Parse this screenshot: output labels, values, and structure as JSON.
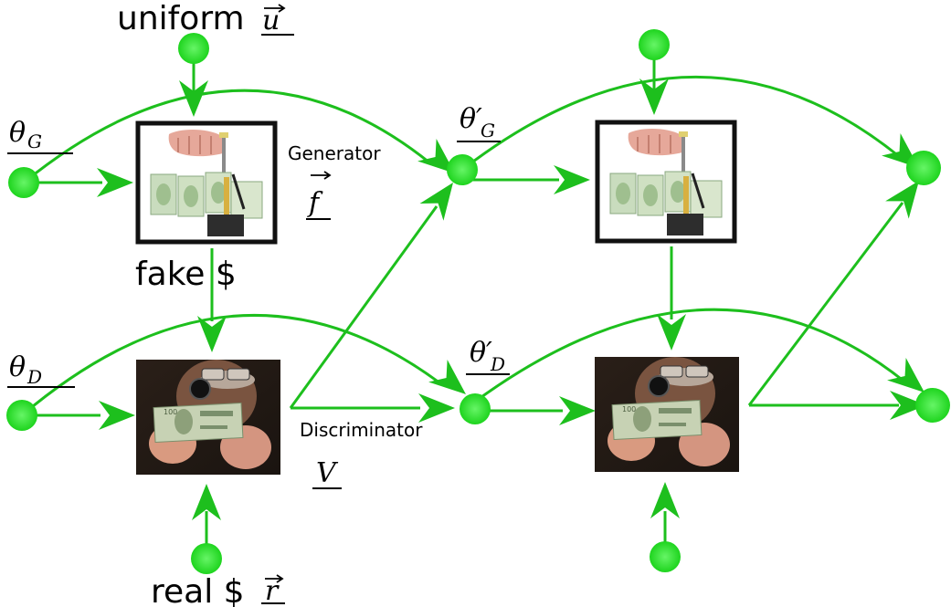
{
  "labels": {
    "uniform_text": "uniform",
    "uniform_symbol": "u",
    "theta_g": "θ",
    "theta_g_sub": "G",
    "theta_g_prime": "θ′",
    "theta_g_prime_sub": "G",
    "theta_d": "θ",
    "theta_d_sub": "D",
    "theta_d_prime": "θ′",
    "theta_d_prime_sub": "D",
    "generator": "Generator",
    "f_symbol": "f",
    "fake": "fake $",
    "discriminator": "Discriminator",
    "v_symbol": "V",
    "real_text": "real $",
    "real_symbol": "r"
  },
  "colors": {
    "edge": "#1dbf1d",
    "node": "#22dd22",
    "node_center": "#5ef25e",
    "frame": "#111111"
  },
  "images": {
    "generator_image": "hands-printing-money-icon",
    "discriminator_image": "man-inspecting-banknote-icon"
  }
}
